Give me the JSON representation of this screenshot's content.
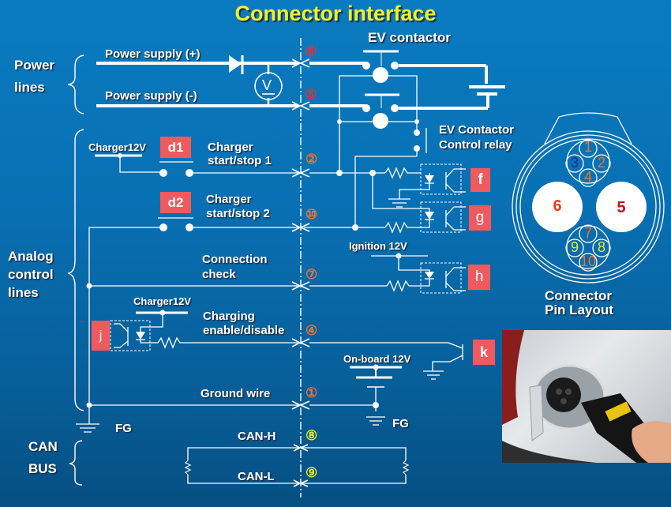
{
  "title": "Connector interface",
  "groups": {
    "power": [
      "Power",
      "lines"
    ],
    "analog": [
      "Analog",
      "control",
      "lines"
    ],
    "can": [
      "CAN",
      "BUS"
    ]
  },
  "lines": {
    "power_plus": "Power supply (+)",
    "power_minus": "Power supply (-)",
    "start_stop_1": [
      "Charger",
      "start/stop 1"
    ],
    "start_stop_2": [
      "Charger",
      "start/stop 2"
    ],
    "connection_check": [
      "Connection",
      "check"
    ],
    "charging_enable": [
      "Charging",
      "enable/disable"
    ],
    "ground_wire": "Ground wire",
    "can_h": "CAN-H",
    "can_l": "CAN-L"
  },
  "pin_markers": {
    "power_plus": "⑥",
    "power_minus": "⑤",
    "start_stop_1": "②",
    "start_stop_2": "⑩",
    "connection_check": "⑦",
    "charging_enable": "④",
    "ground_wire": "①",
    "can_h": "⑧",
    "can_l": "⑨"
  },
  "components": {
    "voltmeter": "V",
    "ev_contactor": "EV contactor",
    "contactor_relay": [
      "EV Contactor",
      "Control relay"
    ],
    "charger12v_a": "Charger12V",
    "charger12v_b": "Charger12V",
    "ignition": "Ignition 12V",
    "onboard": "On-board 12V",
    "fg_left": "FG",
    "fg_right": "FG"
  },
  "tags": {
    "d1": "d1",
    "d2": "d2",
    "f": "f",
    "g": "g",
    "h": "h",
    "j": "j",
    "k": "k"
  },
  "connector": {
    "caption": [
      "Connector",
      "Pin Layout"
    ],
    "pins": [
      {
        "n": "1",
        "color": "#e8743a"
      },
      {
        "n": "2",
        "color": "#e8743a"
      },
      {
        "n": "3",
        "color": "#1b2e9e"
      },
      {
        "n": "4",
        "color": "#e8743a"
      },
      {
        "n": "6",
        "color": "#ef3b1f"
      },
      {
        "n": "5",
        "color": "#c4121a"
      },
      {
        "n": "7",
        "color": "#e8743a"
      },
      {
        "n": "8",
        "color": "#e6ee33"
      },
      {
        "n": "9",
        "color": "#e6ee33"
      },
      {
        "n": "10",
        "color": "#e8743a"
      }
    ]
  },
  "colors": {
    "pin_power": "#e0313a",
    "pin_analog": "#e8743a",
    "pin_can": "#e6ee33",
    "tag": "#f05a5f",
    "title": "#f4f02a"
  },
  "photo_alt": "Charging connector plugged into vehicle inlet"
}
